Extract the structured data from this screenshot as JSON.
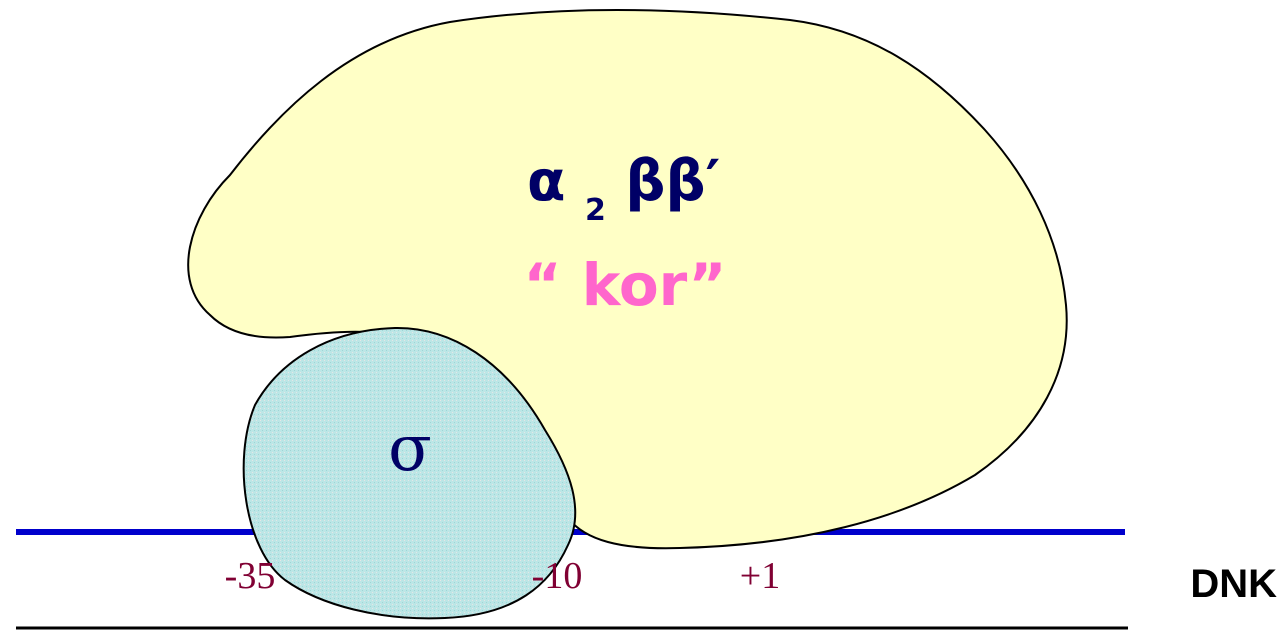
{
  "core_enzyme": {
    "label_main": "α",
    "label_subscript": "2",
    "label_rest": " ββ′",
    "sublabel": "“ kor”"
  },
  "sigma_factor": {
    "label": "σ"
  },
  "dna": {
    "label": "DNK"
  },
  "positions": [
    {
      "label": "-35"
    },
    {
      "label": "-10"
    },
    {
      "label": "+1"
    }
  ],
  "colors": {
    "core_fill": "#ffffc6",
    "sigma_fill": "#bce6e6",
    "dna_line": "#0000cc",
    "label_dark": "#000066",
    "sublabel": "#ff66cc",
    "position_text": "#800033",
    "outline": "#000000"
  }
}
